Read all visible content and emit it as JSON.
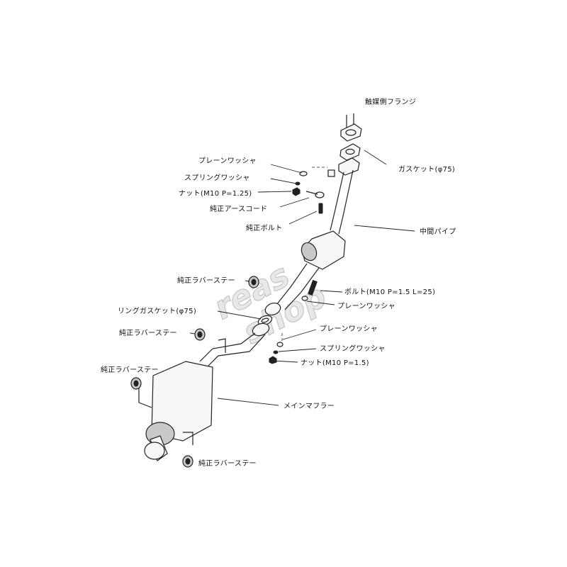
{
  "labels": {
    "catalyst_flange": "触媒側フランジ",
    "gasket": "ガスケット(φ75)",
    "plain_washer_1": "プレーンワッシャ",
    "spring_washer_1": "スプリングワッシャ",
    "nut_1": "ナット(M10 P=1.25)",
    "ground_cord": "純正アースコード",
    "oem_bolt": "純正ボルト",
    "mid_pipe": "中間パイプ",
    "rubber_stay_1": "純正ラバーステー",
    "bolt": "ボルト(M10 P=1.5 L=25)",
    "plain_washer_2": "プレーンワッシャ",
    "ring_gasket": "リングガスケット(φ75)",
    "plain_washer_3": "プレーンワッシャ",
    "rubber_stay_2": "純正ラバーステー",
    "spring_washer_2": "スプリングワッシャ",
    "nut_2": "ナット(M10 P=1.5)",
    "rubber_stay_3": "純正ラバーステー",
    "main_muffler": "メインマフラー",
    "rubber_stay_4": "純正ラバーステー"
  },
  "colors": {
    "line": "#222222",
    "part_fill": "#f7f7f7",
    "hardware_fill": "#222222"
  }
}
